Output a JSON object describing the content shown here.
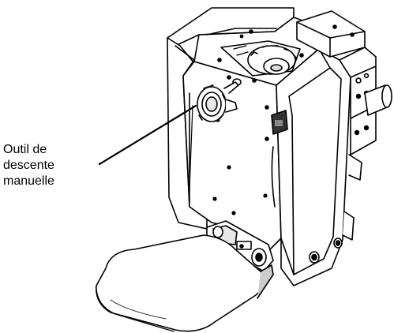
{
  "callout": {
    "lines": [
      "Outil de",
      "descente",
      "manuelle"
    ]
  },
  "colors": {
    "stroke": "#000000",
    "fill": "#ffffff",
    "shade": "#e6e6e6",
    "dark": "#555555"
  }
}
